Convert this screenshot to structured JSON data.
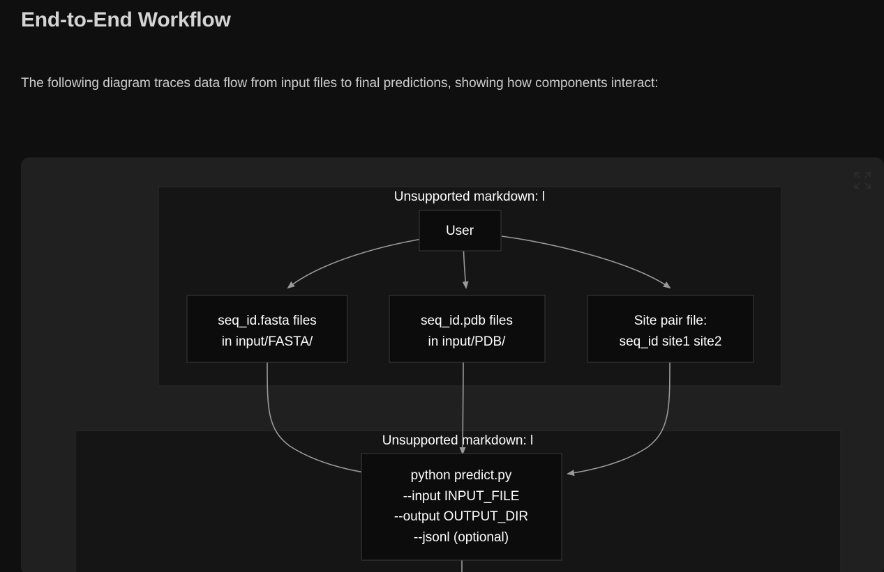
{
  "page": {
    "title": "End-to-End Workflow",
    "intro": "The following diagram traces data flow from input files to final predictions, showing how components interact:"
  },
  "diagram": {
    "expand_icon": "expand-arrows-icon",
    "colors": {
      "page_background": "#0f0f0f",
      "card_background": "#202020",
      "subgraph_fill": "#151515",
      "subgraph_stroke": "#2a2a2a",
      "node_fill": "#0c0c0c",
      "node_stroke": "#3a3a3a",
      "edge_stroke": "#9a9a9a",
      "node_text": "#ffffff",
      "heading_text": "#d4d4d4",
      "body_text": "#cfcfcf"
    },
    "subgraphs": [
      {
        "id": "sg-inputs",
        "title": "Unsupported markdown: l"
      },
      {
        "id": "sg-cli",
        "title": "Unsupported markdown: l"
      }
    ],
    "nodes": [
      {
        "id": "user",
        "lines": [
          "User"
        ]
      },
      {
        "id": "fasta",
        "lines": [
          "seq_id.fasta files",
          "in input/FASTA/"
        ]
      },
      {
        "id": "pdb",
        "lines": [
          "seq_id.pdb files",
          "in input/PDB/"
        ]
      },
      {
        "id": "sitepair",
        "lines": [
          "Site pair file:",
          "seq_id site1 site2"
        ]
      },
      {
        "id": "predict",
        "lines": [
          "python predict.py",
          "--input INPUT_FILE",
          "--output OUTPUT_DIR",
          "--jsonl (optional)"
        ]
      }
    ],
    "edges": [
      {
        "from": "user",
        "to": "fasta"
      },
      {
        "from": "user",
        "to": "pdb"
      },
      {
        "from": "user",
        "to": "sitepair"
      },
      {
        "from": "fasta",
        "to": "predict"
      },
      {
        "from": "pdb",
        "to": "predict"
      },
      {
        "from": "sitepair",
        "to": "predict"
      },
      {
        "from": "predict",
        "to": "downstream"
      }
    ]
  }
}
